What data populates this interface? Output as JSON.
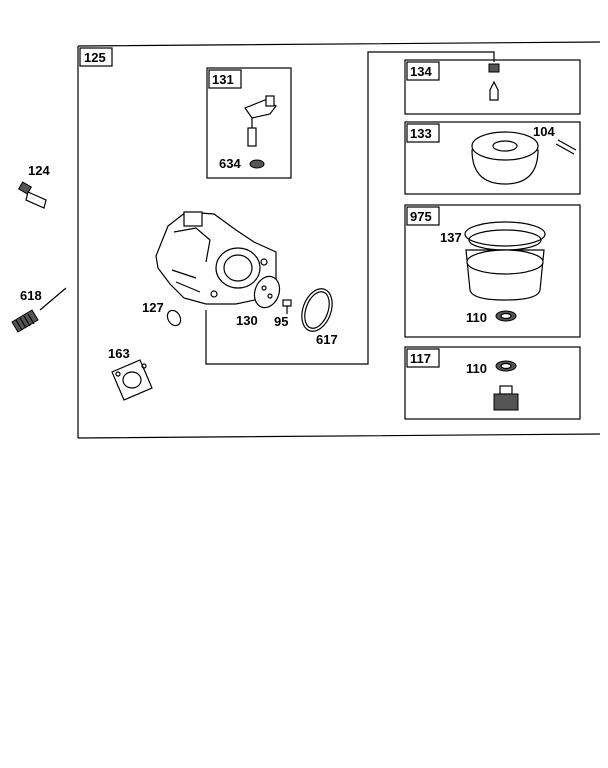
{
  "assembly": {
    "label": "125"
  },
  "kits": {
    "k131": {
      "label": "131",
      "parts": [
        "634"
      ]
    },
    "k134": {
      "label": "134"
    },
    "k133": {
      "label": "133",
      "parts": [
        "104"
      ]
    },
    "k975": {
      "label": "975",
      "parts": [
        "137",
        "110"
      ]
    },
    "k117": {
      "label": "117",
      "parts": [
        "110"
      ]
    }
  },
  "parts": {
    "p124": "124",
    "p618": "618",
    "p127": "127",
    "p163": "163",
    "p130": "130",
    "p95": "95",
    "p617": "617"
  }
}
